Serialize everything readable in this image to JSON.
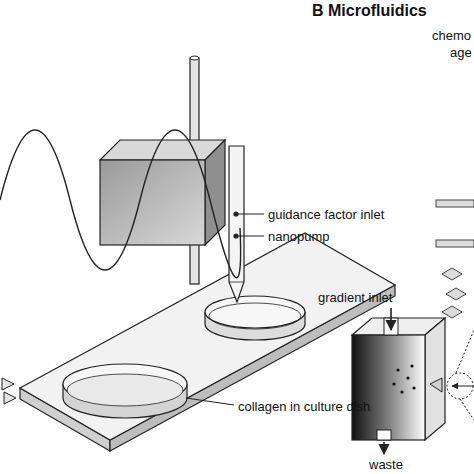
{
  "diagram": {
    "title": "B Microfluidics",
    "labels": [
      "chemo",
      "age",
      "guidance factor inlet",
      "nanopump",
      "collagen in culture dish",
      "gradient inlet",
      "waste"
    ]
  }
}
